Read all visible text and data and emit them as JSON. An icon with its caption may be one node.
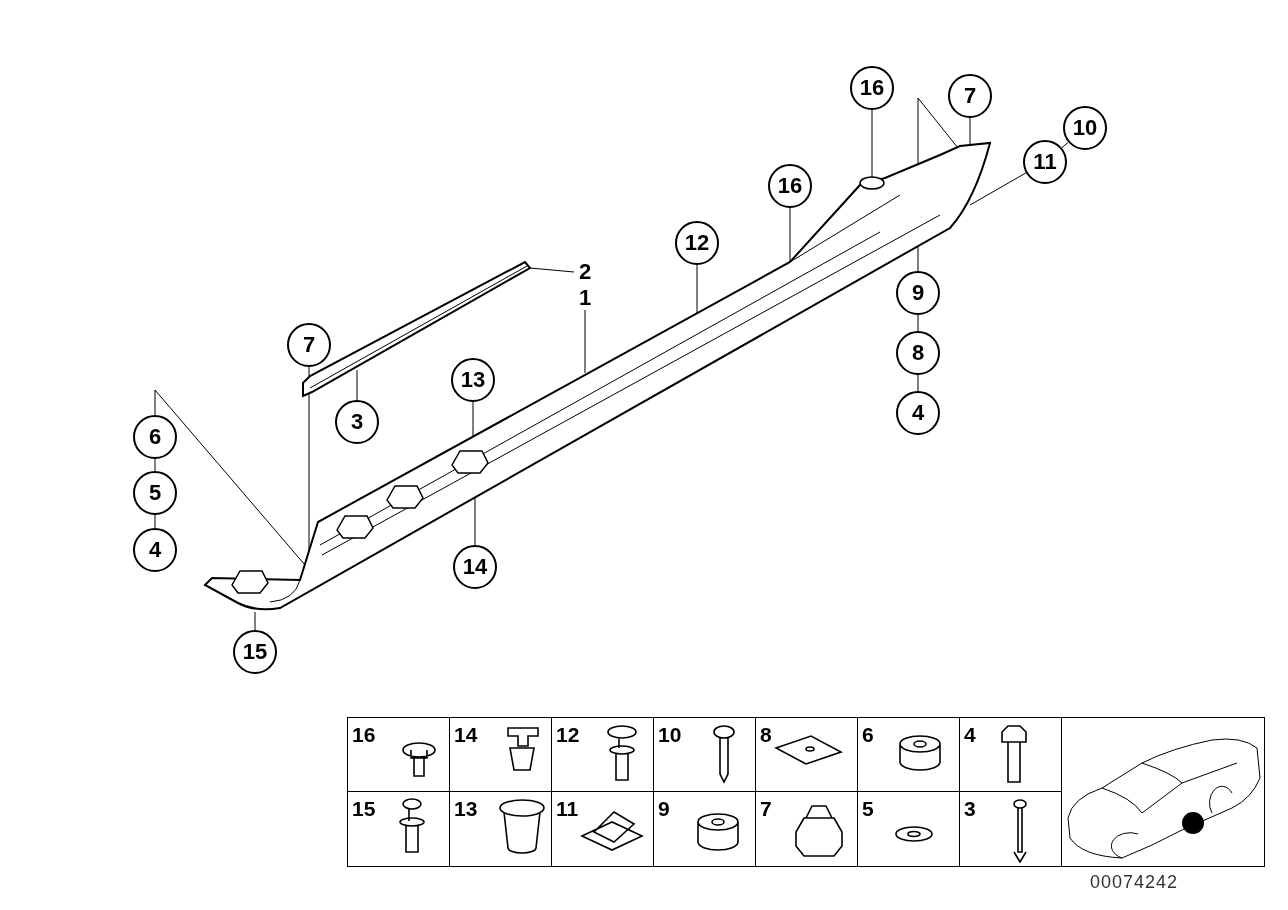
{
  "diagram": {
    "nodes": [
      {
        "text": [],
        "shape": "picture"
      },
      {
        "text": [],
        "shape": "picture"
      },
      {
        "text": [
          "16"
        ]
      },
      {
        "text": [
          "7"
        ]
      },
      {
        "text": [
          "10"
        ]
      },
      {
        "text": [
          "11"
        ]
      },
      {
        "text": [
          "16"
        ]
      },
      {
        "text": [
          "12"
        ]
      },
      {
        "text": [
          "2"
        ]
      },
      {
        "text": [
          "9"
        ]
      },
      {
        "text": [
          "1"
        ]
      },
      {
        "text": [
          "7"
        ]
      },
      {
        "text": [
          "8"
        ]
      },
      {
        "text": [
          "13"
        ]
      },
      {
        "text": [
          "4"
        ]
      },
      {
        "text": [
          "3"
        ]
      },
      {
        "text": [
          "6"
        ]
      },
      {
        "text": [
          "5"
        ]
      },
      {
        "text": [
          "4"
        ]
      },
      {
        "text": [
          "14"
        ]
      },
      {
        "text": [
          "15"
        ]
      }
    ],
    "edges": [
      {
        "from": 2,
        "to": 0,
        "arrow": "none"
      },
      {
        "from": 3,
        "to": 0,
        "arrow": "none"
      },
      {
        "from": 4,
        "to": 5,
        "arrow": "none"
      },
      {
        "from": 5,
        "to": 0,
        "arrow": "none"
      },
      {
        "from": 6,
        "to": 0,
        "arrow": "none"
      },
      {
        "from": 7,
        "to": 0,
        "arrow": "none"
      },
      {
        "from": 8,
        "to": 1,
        "arrow": "none"
      },
      {
        "from": 9,
        "to": 0,
        "arrow": "none"
      },
      {
        "from": 9,
        "to": 12,
        "arrow": "none"
      },
      {
        "from": 12,
        "to": 14,
        "arrow": "none"
      },
      {
        "from": 10,
        "to": 0,
        "arrow": "none"
      },
      {
        "from": 11,
        "to": 0,
        "arrow": "none"
      },
      {
        "from": 13,
        "to": 0,
        "arrow": "none"
      },
      {
        "from": 15,
        "to": 1,
        "arrow": "none"
      },
      {
        "from": 16,
        "to": 0,
        "arrow": "none"
      },
      {
        "from": 16,
        "to": 17,
        "arrow": "none"
      },
      {
        "from": 17,
        "to": 18,
        "arrow": "none"
      },
      {
        "from": 19,
        "to": 0,
        "arrow": "none"
      },
      {
        "from": 20,
        "to": 0,
        "arrow": "none"
      }
    ],
    "labels": [
      "16",
      "14",
      "12",
      "10",
      "8",
      "6",
      "4",
      "15",
      "13",
      "11",
      "9",
      "7",
      "5",
      "3",
      "00074242"
    ]
  }
}
